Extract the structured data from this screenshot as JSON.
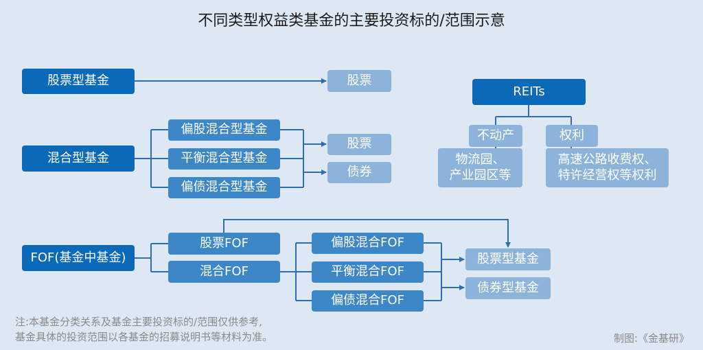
{
  "title": "不同类型权益类基金的主要投资标的/范围示意",
  "equity_fund": {
    "label": "股票型基金",
    "target": "股票"
  },
  "hybrid": {
    "label": "混合型基金",
    "subtypes": [
      "偏股混合型基金",
      "平衡混合型基金",
      "偏债混合型基金"
    ],
    "targets": [
      "股票",
      "债券"
    ]
  },
  "reits": {
    "label": "REITs",
    "categories": [
      {
        "label": "不动产",
        "detail_line1": "物流园、",
        "detail_line2": "产业园区等"
      },
      {
        "label": "权利",
        "detail_line1": "高速公路收费权、",
        "detail_line2": "特许经营权等权利"
      }
    ]
  },
  "fof": {
    "label": "FOF(基金中基金)",
    "subtypes": [
      "股票FOF",
      "混合FOF"
    ],
    "hybrid_subtypes": [
      "偏股混合FOF",
      "平衡混合FOF",
      "偏债混合FOF"
    ],
    "targets": [
      "股票型基金",
      "债券型基金"
    ]
  },
  "note_line1": "注:本基金分类关系及基金主要投资标的/范围仅供参考,",
  "note_line2": "基金具体的投资范围以各基金的招募说明书等材料为准。",
  "credit": "制图:《金基研》",
  "colors": {
    "background": "#dde8f4",
    "dark": "#0b6ab8",
    "mid": "#3c87c7",
    "light": "#8db3da",
    "line": "#2e6db4"
  }
}
